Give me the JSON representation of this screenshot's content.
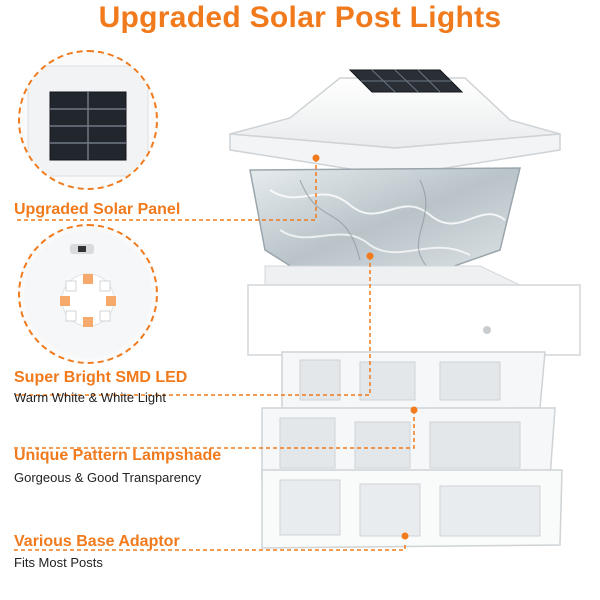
{
  "title": "Upgraded Solar Post Lights",
  "colors": {
    "accent": "#f07a1c",
    "text": "#222222",
    "background": "#ffffff"
  },
  "features": [
    {
      "label": "Upgraded Solar Panel",
      "description": ""
    },
    {
      "label": "Super Bright SMD LED",
      "description": "Warm White & White Light"
    },
    {
      "label": "Unique Pattern Lampshade",
      "description": "Gorgeous & Good Transparency"
    },
    {
      "label": "Various Base Adaptor",
      "description": "Fits Most Posts"
    }
  ],
  "icons": [
    "solar-panel-icon",
    "led-board-icon"
  ]
}
